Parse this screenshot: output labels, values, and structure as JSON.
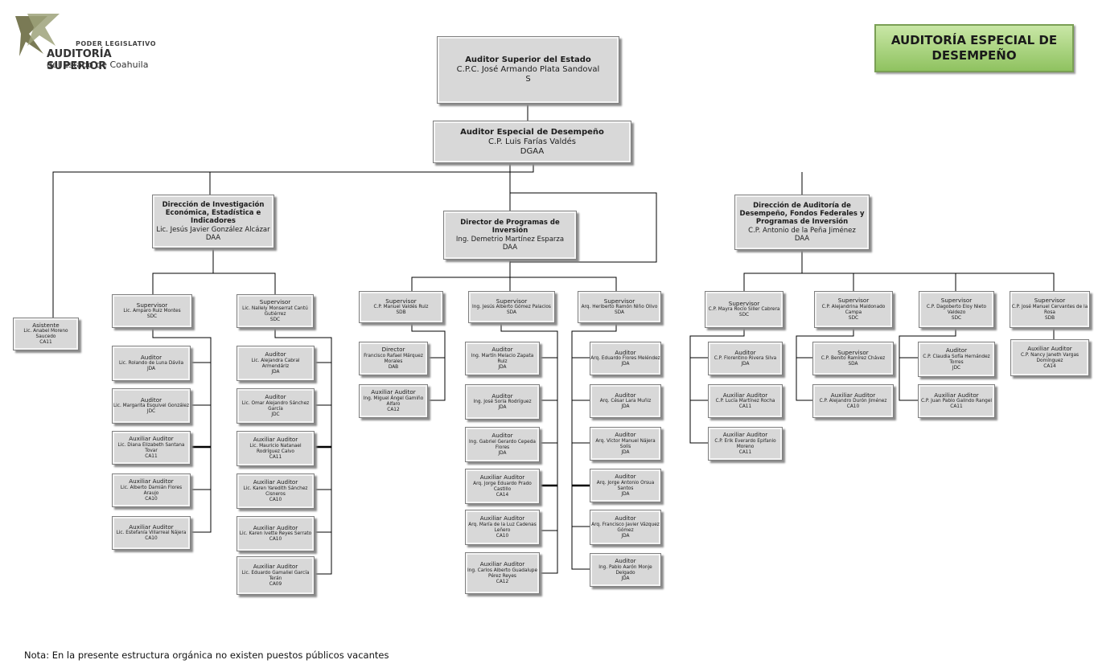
{
  "header": {
    "logo_line1": "PODER LEGISLATIVO",
    "logo_line2": "AUDITORÍA SUPERIOR",
    "logo_line3": "del Estado de Coahuila",
    "title_box": "AUDITORÍA ESPECIAL DE DESEMPEÑO"
  },
  "footer": {
    "note": "Nota: En la presente estructura orgánica no existen puestos públicos vacantes"
  },
  "boxes": {
    "auditor_superior": [
      "Auditor Superior del Estado",
      "C.P.C. José Armando Plata Sandoval",
      "S"
    ],
    "auditor_especial": [
      "Auditor Especial de Desempeño",
      "C.P. Luis Farías Valdés",
      "DGAA"
    ],
    "dir_investigacion": [
      "Dirección de Investigación Económica, Estadística e Indicadores",
      "Lic. Jesús Javier González Alcázar",
      "DAA"
    ],
    "dir_programas": [
      "Director de Programas de Inversión",
      "Ing. Demetrio Martínez Esparza",
      "DAA"
    ],
    "dir_auditoria": [
      "Dirección de Auditoría de Desempeño, Fondos Federales y Programas de Inversión",
      "C.P. Antonio de la Peña Jiménez",
      "DAA"
    ],
    "asistente": [
      "Asistente",
      "Lic. Anabel Moreno Saucedo",
      "CA11"
    ],
    "sup_ruiz": [
      "Supervisor",
      "Lic. Amparo Ruiz Montes",
      "SDC"
    ],
    "sup_cantu": [
      "Supervisor",
      "Lic. Nallely Monserrat Cantú Gutiérrez",
      "SDC"
    ],
    "sup_valdes": [
      "Supervisor",
      "C.P. Manuel Valdés Ruiz",
      "SDB"
    ],
    "sup_gomez": [
      "Supervisor",
      "Ing. Jesús Alberto Gómez Palacios",
      "SDA"
    ],
    "sup_nino": [
      "Supervisor",
      "Arq. Heriberto Ramón Niño Olivo",
      "SDA"
    ],
    "sup_siller": [
      "Supervisor",
      "C.P. Mayra Rocío Siller Cabrera",
      "SDC"
    ],
    "sup_maldonado": [
      "Supervisor",
      "C.P. Alejandrina Maldonado Campa",
      "SDC"
    ],
    "sup_nieto": [
      "Supervisor",
      "C.P. Dagoberto Eloy Nieto Valdezo",
      "SDC"
    ],
    "sup_cervantes": [
      "Supervisor",
      "C.P. José Manuel Cervantes de la Rosa",
      "SDB"
    ],
    "a1": [
      "Auditor",
      "Lic. Rolando de Luna Dávila",
      "JDA"
    ],
    "a2": [
      "Auditor",
      "Lic. Margarita Esquivel González",
      "JDC"
    ],
    "a3": [
      "Auxiliar Auditor",
      "Lic. Diana Elizabeth Santana Tovar",
      "CA11"
    ],
    "a4": [
      "Auxiliar Auditor",
      "Lic. Alberto Damián Flores Araujo",
      "CA10"
    ],
    "a5": [
      "Auxiliar Auditor",
      "Lic. Estefanía Villarreal Nájera",
      "CA10"
    ],
    "b1": [
      "Auditor",
      "Lic. Alejandra Cabral Armendáriz",
      "JDA"
    ],
    "b2": [
      "Auditor",
      "Lic. Omar Alejandro Sánchez García",
      "JDC"
    ],
    "b3": [
      "Auxiliar Auditor",
      "Lic. Mauricio Natanael Rodríguez Calvo",
      "CA11"
    ],
    "b4": [
      "Auxiliar Auditor",
      "Lic. Karen Yaredith Sánchez Cisneros",
      "CA10"
    ],
    "b5": [
      "Auxiliar Auditor",
      "Lic. Karen Ivette Reyes Serrato",
      "CA10"
    ],
    "b6": [
      "Auxiliar Auditor",
      "Lic. Eduardo Gamaliel García Terán",
      "CA09"
    ],
    "c1": [
      "Director",
      "Francisco Rafael Márquez Morales",
      "DAB"
    ],
    "c2": [
      "Auxiliar Auditor",
      "Ing. Miguel Ángel Gamiño Alfaro",
      "CA12"
    ],
    "d1": [
      "Auditor",
      "Ing. Martín Melacio Zapata Ruiz",
      "JDA"
    ],
    "d2": [
      "Auditor",
      "Ing. José Soria Rodríguez",
      "JDA"
    ],
    "d3": [
      "Auditor",
      "Ing. Gabriel Gerardo Cepeda Flores",
      "JDA"
    ],
    "d4": [
      "Auxiliar Auditor",
      "Arq. Jorge Eduardo Prado Castillo",
      "CA14"
    ],
    "d5": [
      "Auxiliar Auditor",
      "Arq. María de la Luz Cadenas Leñero",
      "CA10"
    ],
    "d6": [
      "Auxiliar Auditor",
      "Ing. Carlos Alberto Guadalupe Pérez Reyes",
      "CA12"
    ],
    "e1": [
      "Auditor",
      "Arq. Eduardo Flores Meléndez",
      "JDA"
    ],
    "e2": [
      "Auditor",
      "Arq. César Lara Muñiz",
      "JDA"
    ],
    "e3": [
      "Auditor",
      "Arq. Víctor Manuel Nájera Solís",
      "JDA"
    ],
    "e4": [
      "Auditor",
      "Arq. Jorge Antonio Orsua Santos",
      "JDA"
    ],
    "e5": [
      "Auditor",
      "Arq. Francisco Javier Vázquez Gómez",
      "JDA"
    ],
    "e6": [
      "Auditor",
      "Ing. Pablo Aarón Monje Delgado",
      "JDA"
    ],
    "f1": [
      "Auditor",
      "C.P. Florentino Rivera Silva",
      "JDA"
    ],
    "f2": [
      "Auxiliar Auditor",
      "C.P. Lucía Martínez Rocha",
      "CA11"
    ],
    "f3": [
      "Auxiliar Auditor",
      "C.P. Erik Everardo Epifanio Moreno",
      "CA11"
    ],
    "g1": [
      "Supervisor",
      "C.P. Benito Ramírez Chávez",
      "SDA"
    ],
    "g2": [
      "Auxiliar Auditor",
      "C.P. Alejandro Durón Jiménez",
      "CA10"
    ],
    "h1": [
      "Auditor",
      "C.P. Claudia Sofía Hernández Torres",
      "JDC"
    ],
    "h2": [
      "Auxiliar Auditor",
      "C.P. Juan Pablo Galindo Rangel",
      "CA11"
    ],
    "i1": [
      "Auxiliar Auditor",
      "C.P. Nancy Janeth Vargas Domínguez",
      "CA14"
    ]
  }
}
